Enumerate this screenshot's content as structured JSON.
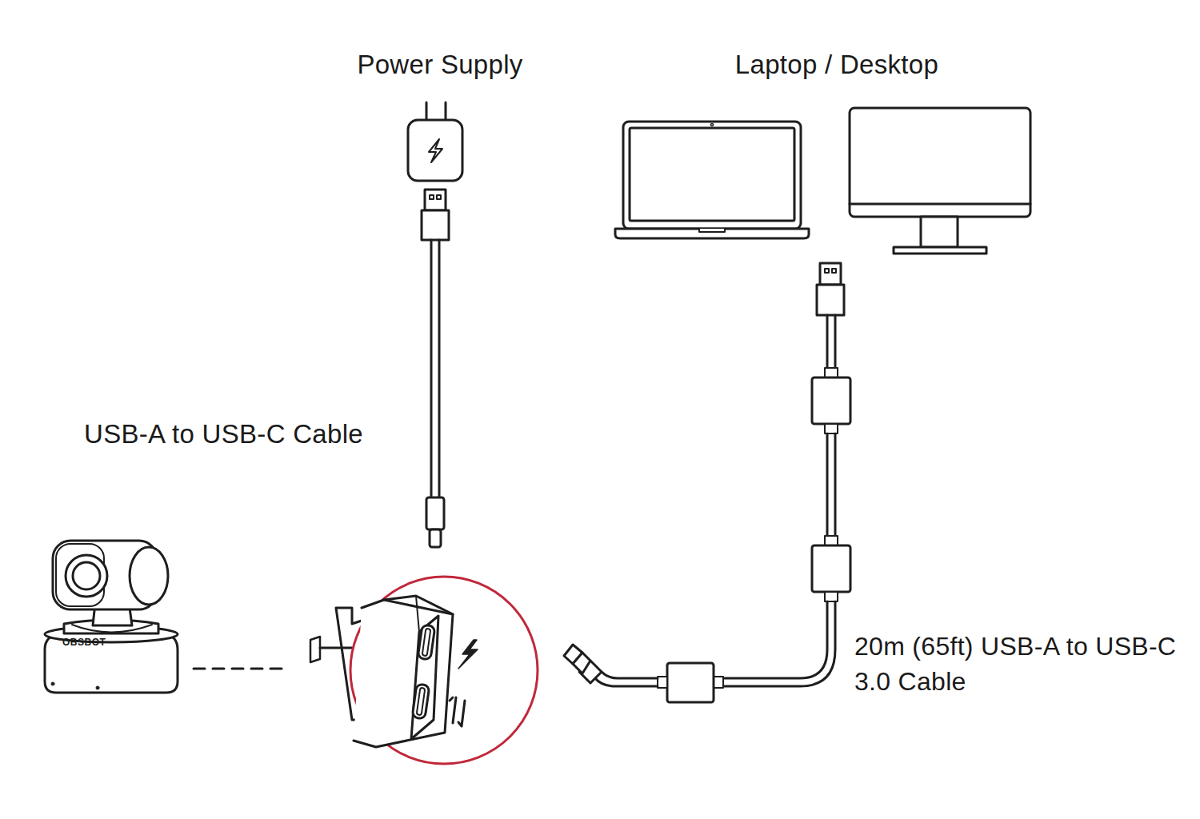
{
  "diagram": {
    "labels": [
      "Power Supply",
      "Laptop / Desktop",
      "USB-A to USB-C Cable",
      "OBSBOT",
      "20m (65ft) USB-A to USB-C 3.0 Cable"
    ]
  }
}
